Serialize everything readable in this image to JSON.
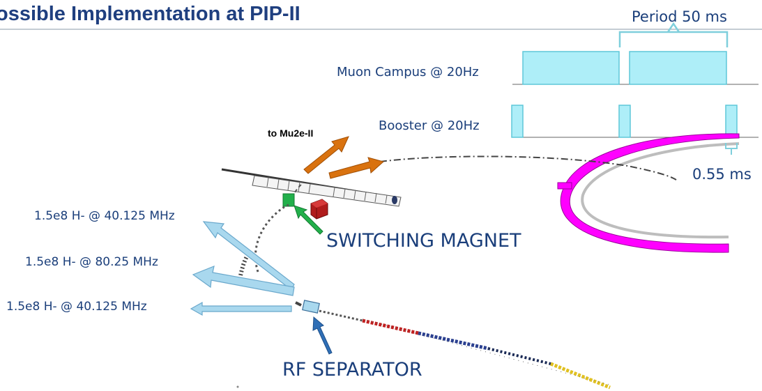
{
  "slide": {
    "title": "ossible Implementation at PIP-II"
  },
  "timing": {
    "period_label": "Period 50 ms",
    "muon_label": "Muon Campus @ 20Hz",
    "booster_label": "Booster @ 20Hz",
    "pulse_width_label": "0.55 ms"
  },
  "beamline": {
    "mu2e_label": "to Mu2e-II",
    "switching_magnet_label": "SWITCHING MAGNET",
    "rf_separator_label": "RF SEPARATOR",
    "beams": [
      {
        "label": "1.5e8 H- @ 40.125 MHz"
      },
      {
        "label": "1.5e8 H- @ 80.25 MHz"
      },
      {
        "label": "1.5e8 H- @ 40.125 MHz"
      }
    ]
  },
  "colors": {
    "title": "#1f3f7f",
    "label_text": "#1a3e7a",
    "pulse_fill": "#aeeef8",
    "pulse_stroke": "#5ec7d8",
    "beam_arrow_fill": "#a9d8ee",
    "beam_arrow_stroke": "#6aa8cc",
    "booster_ring": "#ff00ff",
    "mu2e_arrow": "#d9720f",
    "switch_pointer": "#22b04b",
    "rf_pointer": "#2f6fb6",
    "magnet_block": "#b01c1c"
  }
}
